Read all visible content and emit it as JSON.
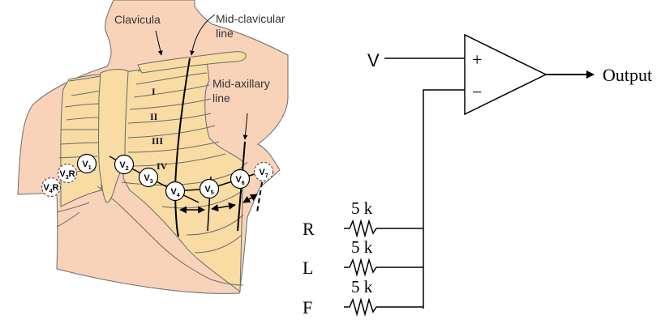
{
  "colors": {
    "skin": "#F8D3BA",
    "bone": "#F8DCA4",
    "outline": "#6a6a6a",
    "ink": "#000000"
  },
  "anatomy": {
    "labels": {
      "clavicula": "Clavicula",
      "mid_clavicular_1": "Mid-clavicular",
      "mid_clavicular_2": "line",
      "mid_axillary_1": "Mid-axillary",
      "mid_axillary_2": "line"
    },
    "intercostal_spaces": [
      "I",
      "II",
      "III",
      "IV"
    ],
    "electrodes": [
      {
        "id": "V1",
        "main": "V",
        "sub": "1",
        "suffix": "",
        "dashed": false
      },
      {
        "id": "V2",
        "main": "V",
        "sub": "2",
        "suffix": "",
        "dashed": false
      },
      {
        "id": "V3",
        "main": "V",
        "sub": "3",
        "suffix": "",
        "dashed": false
      },
      {
        "id": "V4",
        "main": "V",
        "sub": "4",
        "suffix": "",
        "dashed": false
      },
      {
        "id": "V5",
        "main": "V",
        "sub": "5",
        "suffix": "",
        "dashed": false
      },
      {
        "id": "V6",
        "main": "V",
        "sub": "6",
        "suffix": "",
        "dashed": false
      },
      {
        "id": "V7",
        "main": "V",
        "sub": "7",
        "suffix": "",
        "dashed": true
      },
      {
        "id": "V3R",
        "main": "V",
        "sub": "3",
        "suffix": "R",
        "dashed": true
      },
      {
        "id": "V4R",
        "main": "V",
        "sub": "4",
        "suffix": "R",
        "dashed": true
      }
    ]
  },
  "circuit": {
    "input_label": "V",
    "plus_symbol": "+",
    "minus_symbol": "−",
    "output_label": "Output",
    "resistors": [
      {
        "lead": "R",
        "value": "5 k"
      },
      {
        "lead": "L",
        "value": "5 k"
      },
      {
        "lead": "F",
        "value": "5 k"
      }
    ]
  }
}
